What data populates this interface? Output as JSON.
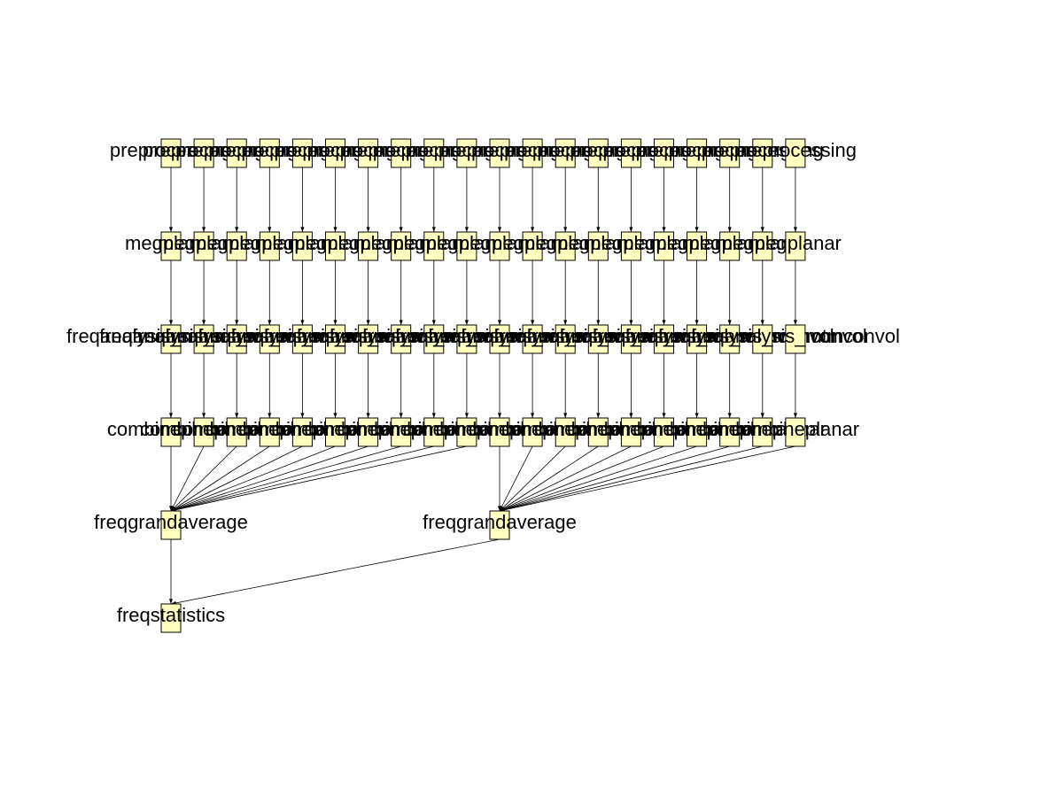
{
  "diagram": {
    "rows": [
      {
        "name": "preprocessing",
        "labels": [
          "preprocessing",
          "preprocessing",
          "preprocessing",
          "preprocessing",
          "preprocessing",
          "preprocessing",
          "preprocessing",
          "preprocessing",
          "preprocessing",
          "preprocessing",
          "preprocessing",
          "preprocessing",
          "preprocessing",
          "preprocessing",
          "preprocessing",
          "preprocessing",
          "preprocessing",
          "preprocessing",
          "preprocessing",
          "preprocessing"
        ]
      },
      {
        "name": "megplanar",
        "labels": [
          "megplanar",
          "megplanar",
          "megplanar",
          "megplanar",
          "megplanar",
          "megplanar",
          "megplanar",
          "megplanar",
          "megplanar",
          "megplanar",
          "megplanar",
          "megplanar",
          "megplanar",
          "megplanar",
          "megplanar",
          "megplanar",
          "megplanar",
          "megplanar",
          "megplanar",
          "megplanar"
        ]
      },
      {
        "name": "freqanalysis_mtmconvol",
        "labels": [
          "freqanalysis_mtmconvol",
          "freqanalysis_mtmconvol",
          "freqanalysis_mtmconvol",
          "freqanalysis_mtmconvol",
          "freqanalysis_mtmconvol",
          "freqanalysis_mtmconvol",
          "freqanalysis_mtmconvol",
          "freqanalysis_mtmconvol",
          "freqanalysis_mtmconvol",
          "freqanalysis_mtmconvol",
          "freqanalysis_mtmconvol",
          "freqanalysis_mtmconvol",
          "freqanalysis_mtmconvol",
          "freqanalysis_mtmconvol",
          "freqanalysis_mtmconvol",
          "freqanalysis_mtmconvol",
          "freqanalysis_mtmconvol",
          "freqanalysis_mtmconvol",
          "freqanalysis_mtmconvol",
          "freqanalysis_mtmconvol"
        ]
      },
      {
        "name": "combineplanar",
        "labels": [
          "combineplanar",
          "combineplanar",
          "combineplanar",
          "combineplanar",
          "combineplanar",
          "combineplanar",
          "combineplanar",
          "combineplanar",
          "combineplanar",
          "combineplanar",
          "combineplanar",
          "combineplanar",
          "combineplanar",
          "combineplanar",
          "combineplanar",
          "combineplanar",
          "combineplanar",
          "combineplanar",
          "combineplanar",
          "combineplanar"
        ]
      }
    ],
    "averages": [
      "freqgrandaverage",
      "freqgrandaverage"
    ],
    "statistics": "freqstatistics"
  }
}
